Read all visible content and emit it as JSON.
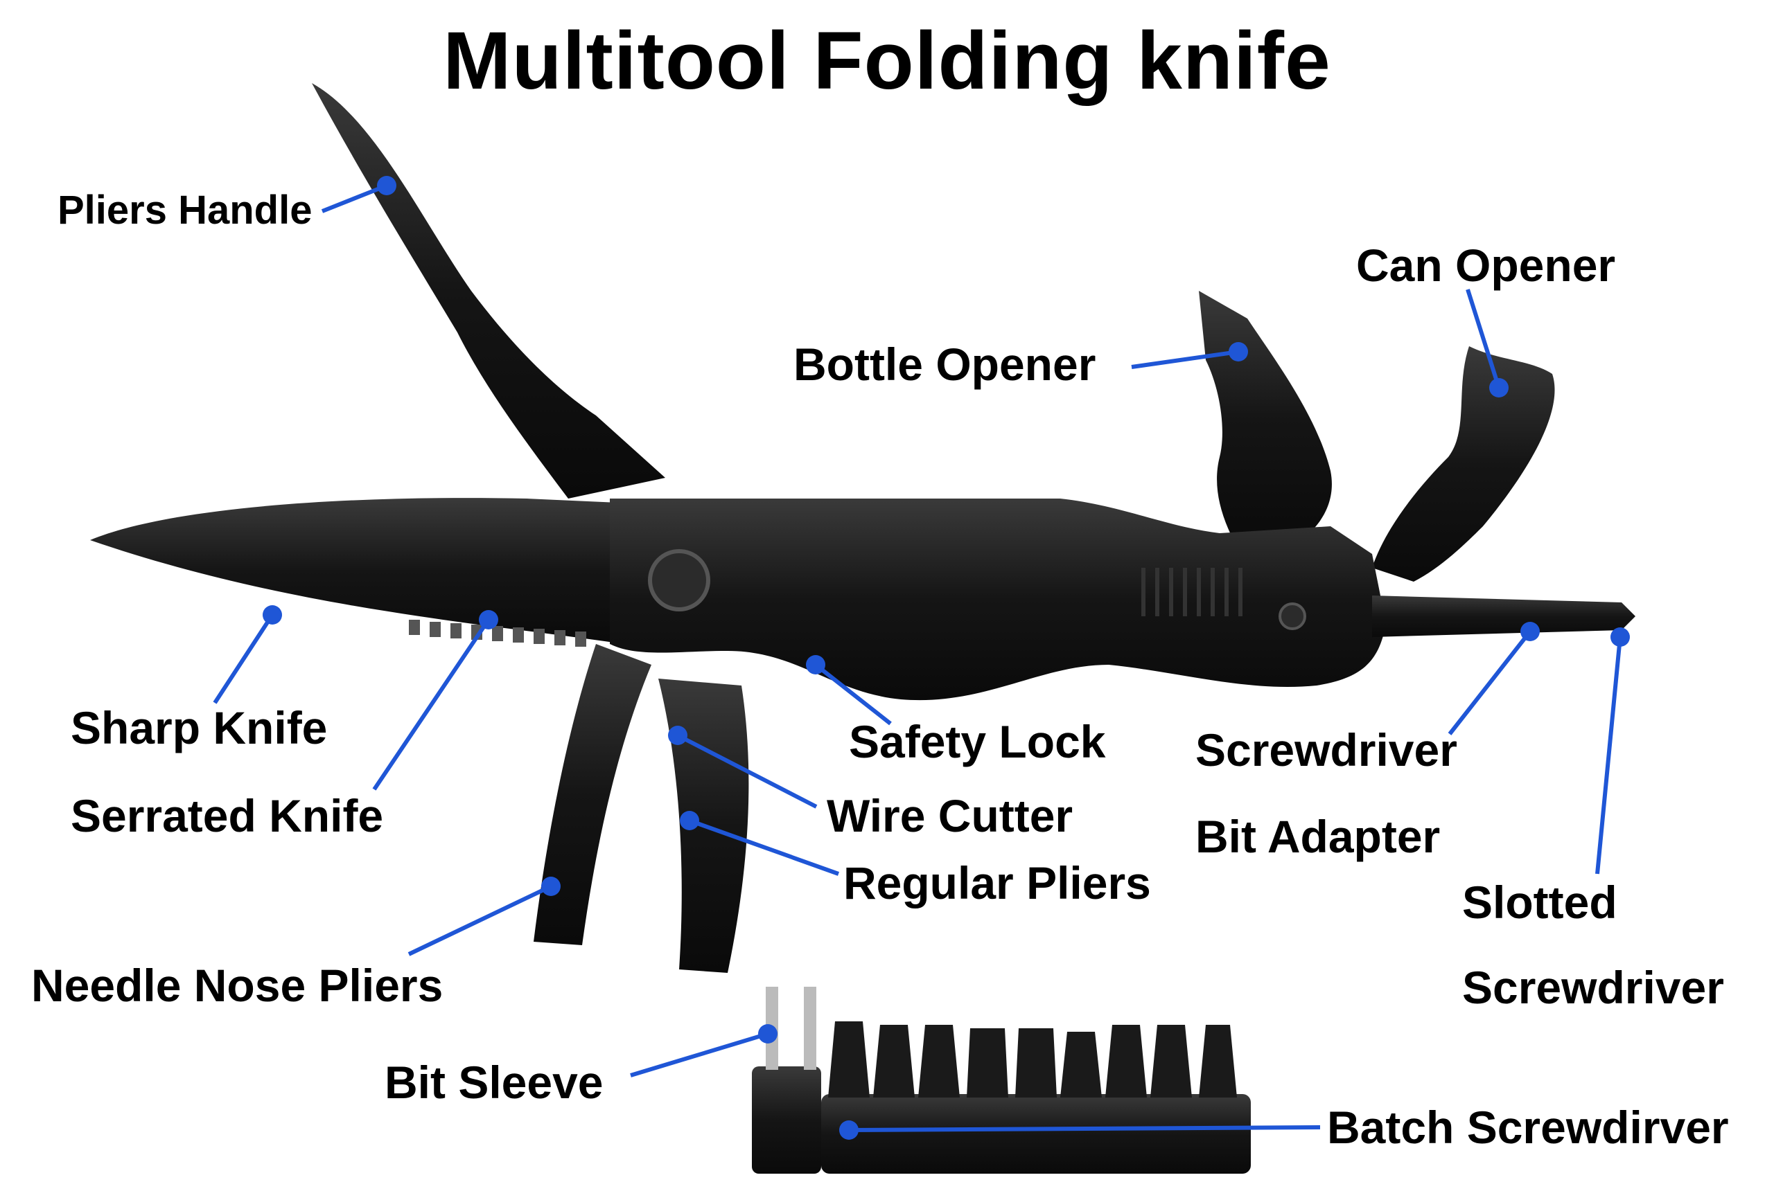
{
  "title": "Multitool Folding knife",
  "labels": {
    "pliers_handle": "Pliers Handle",
    "can_opener": "Can Opener",
    "bottle_opener": "Bottle Opener",
    "sharp_knife": "Sharp Knife",
    "serrated_knife": "Serrated Knife",
    "safety_lock": "Safety Lock",
    "wire_cutter": "Wire Cutter",
    "regular_pliers": "Regular Pliers",
    "screwdriver_line1": "Screwdriver",
    "screwdriver_line2": "Bit Adapter",
    "slotted_line1": "Slotted",
    "slotted_line2": "Screwdriver",
    "needle_nose_pliers": "Needle Nose Pliers",
    "bit_sleeve": "Bit Sleeve",
    "batch_screwdriver": "Batch Screwdirver"
  },
  "colors": {
    "leader": "#1f56d6",
    "tool_body": "#151515",
    "tool_highlight": "#3a3a3a"
  }
}
